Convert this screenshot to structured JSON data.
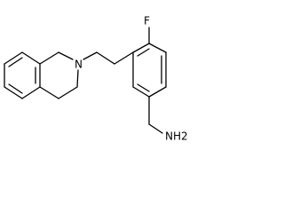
{
  "molecule": {
    "atoms": {
      "nitrogen": "N",
      "fluorine": "F",
      "amine": "NH2"
    }
  }
}
